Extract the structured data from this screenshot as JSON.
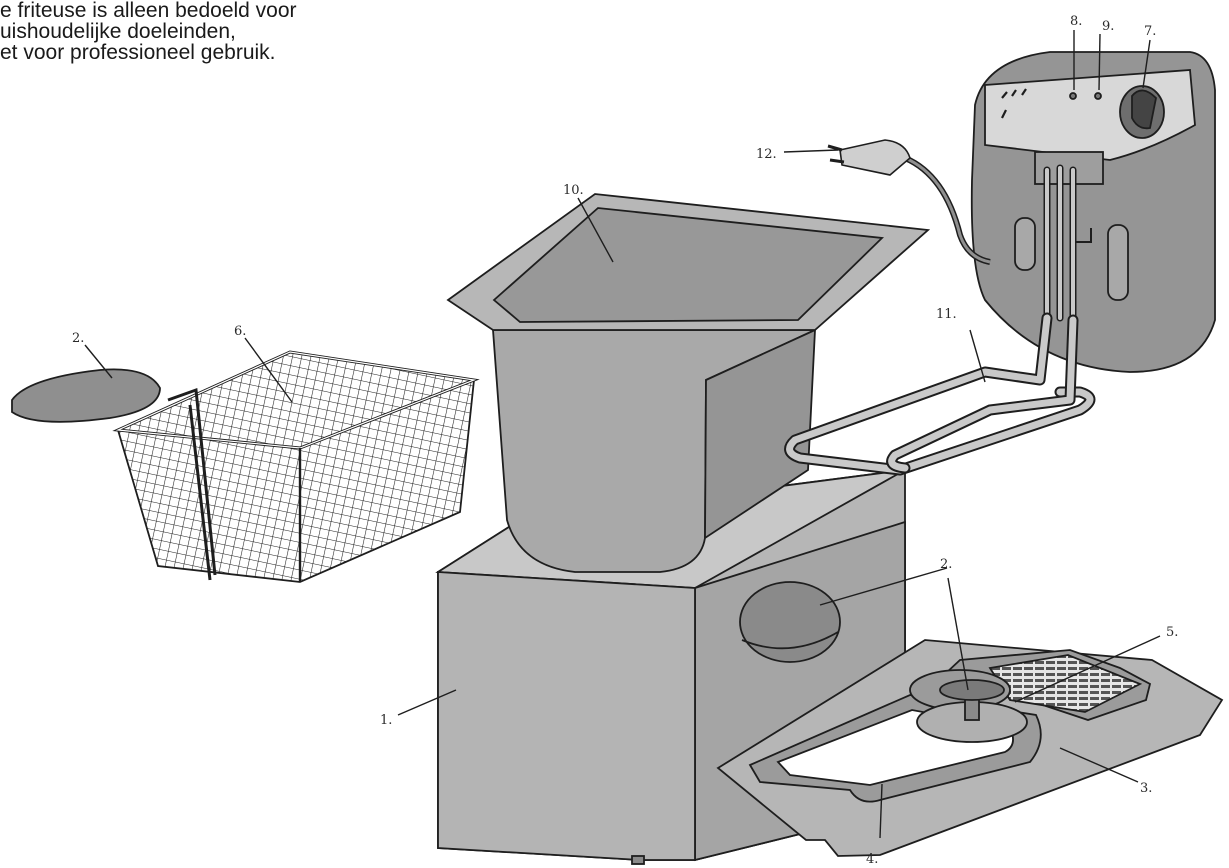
{
  "notice": {
    "line1": "e friteuse is alleen bedoeld voor",
    "line2": "uishoudelijke doeleinden,",
    "line3": "et voor professioneel gebruik."
  },
  "callouts": {
    "body": "1.",
    "basket_handle": "2.",
    "lid_handle": "2.",
    "lid": "3.",
    "window": "4.",
    "filter": "5.",
    "basket": "6.",
    "thermostat_knob": "7.",
    "indicator_light_1": "8.",
    "indicator_light_2": "9.",
    "oil_tank": "10.",
    "heating_element": "11.",
    "power_plug": "12."
  },
  "colors": {
    "line": "#1e1e1e",
    "body_grey": "#b1b1b1",
    "dark_grey": "#8a8a8a",
    "light_grey": "#d6d6d6"
  }
}
